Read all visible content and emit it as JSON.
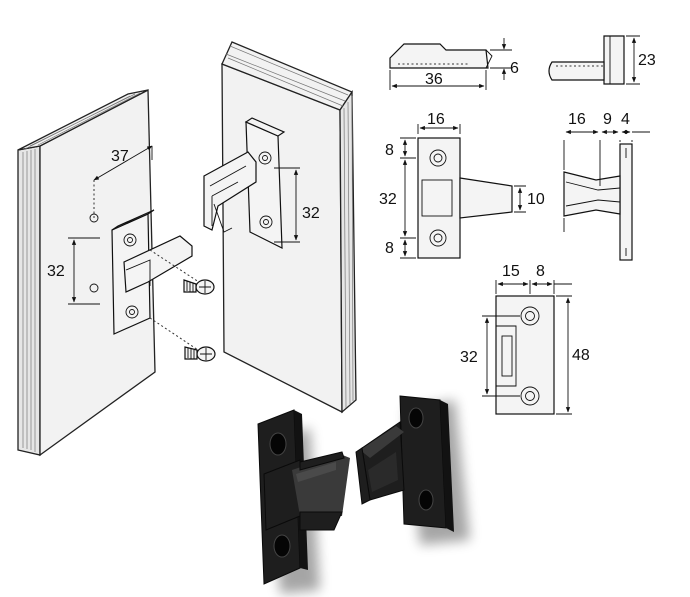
{
  "dimensions": {
    "side_view_length": "36",
    "side_view_thickness": "6",
    "top_right_height": "23",
    "front_width": "16",
    "front_edge_top": "8",
    "front_hole_spacing": "32",
    "front_edge_bottom": "8",
    "tongue_width": "10",
    "profile_width": "16",
    "profile_gap": "9",
    "profile_plate": "4",
    "receiver_width": "15",
    "receiver_edge": "8",
    "receiver_hole_spacing": "32",
    "receiver_height": "48",
    "drill_distance": "37",
    "drill_spacing": "32",
    "receiver_mount_spacing": "32"
  },
  "colors": {
    "product": "#1e1e1e",
    "line": "#111111",
    "panel": "#f2f2f2"
  }
}
